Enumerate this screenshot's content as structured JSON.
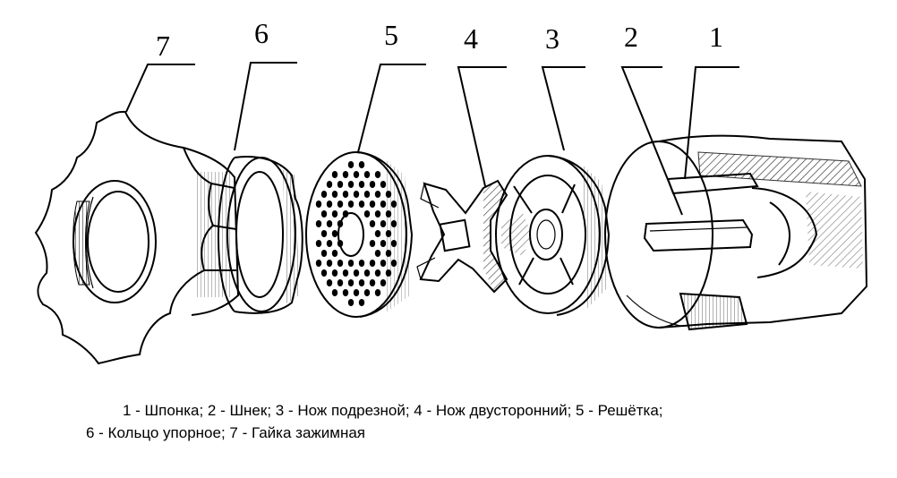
{
  "diagram": {
    "part_numbers": [
      "7",
      "6",
      "5",
      "4",
      "3",
      "2",
      "1"
    ]
  },
  "caption": {
    "line1": "1 - Шпонка; 2 - Шнек; 3 - Нож подрезной; 4 - Нож двусторонний; 5 - Решётка;",
    "line2": "6 - Кольцо упорное; 7 - Гайка зажимная"
  }
}
